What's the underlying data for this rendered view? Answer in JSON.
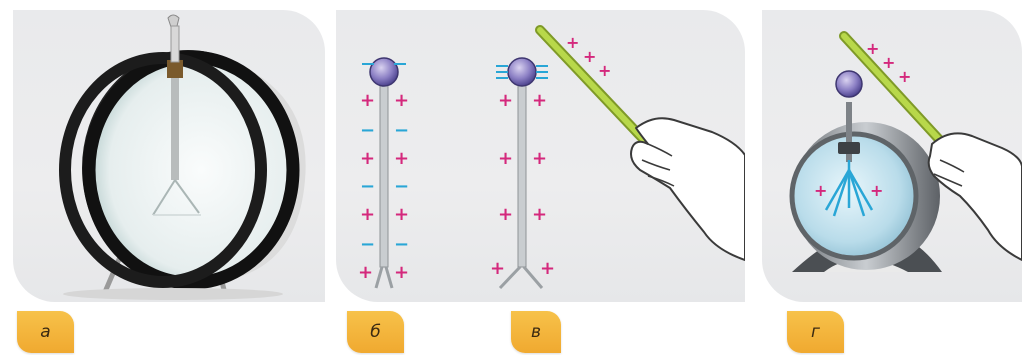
{
  "labels": {
    "a": "а",
    "b": "б",
    "v": "в",
    "g": "г"
  },
  "charges": {
    "plus": "+",
    "minus": "−"
  },
  "colors": {
    "panel_bg": "#ebebed",
    "label_bg": "#f3b53e",
    "positive_charge": "#d4287c",
    "negative_charge": "#29a6d6",
    "rod": "#a8cc3c",
    "knob": "#7b6fb4"
  },
  "icons": {
    "panel_a": "electroscope-photo-icon",
    "panel_b": "electroscope-charge-diagram-icon",
    "panel_v": "charged-rod-hand-icon",
    "panel_g": "electroscope-with-rod-icon"
  }
}
